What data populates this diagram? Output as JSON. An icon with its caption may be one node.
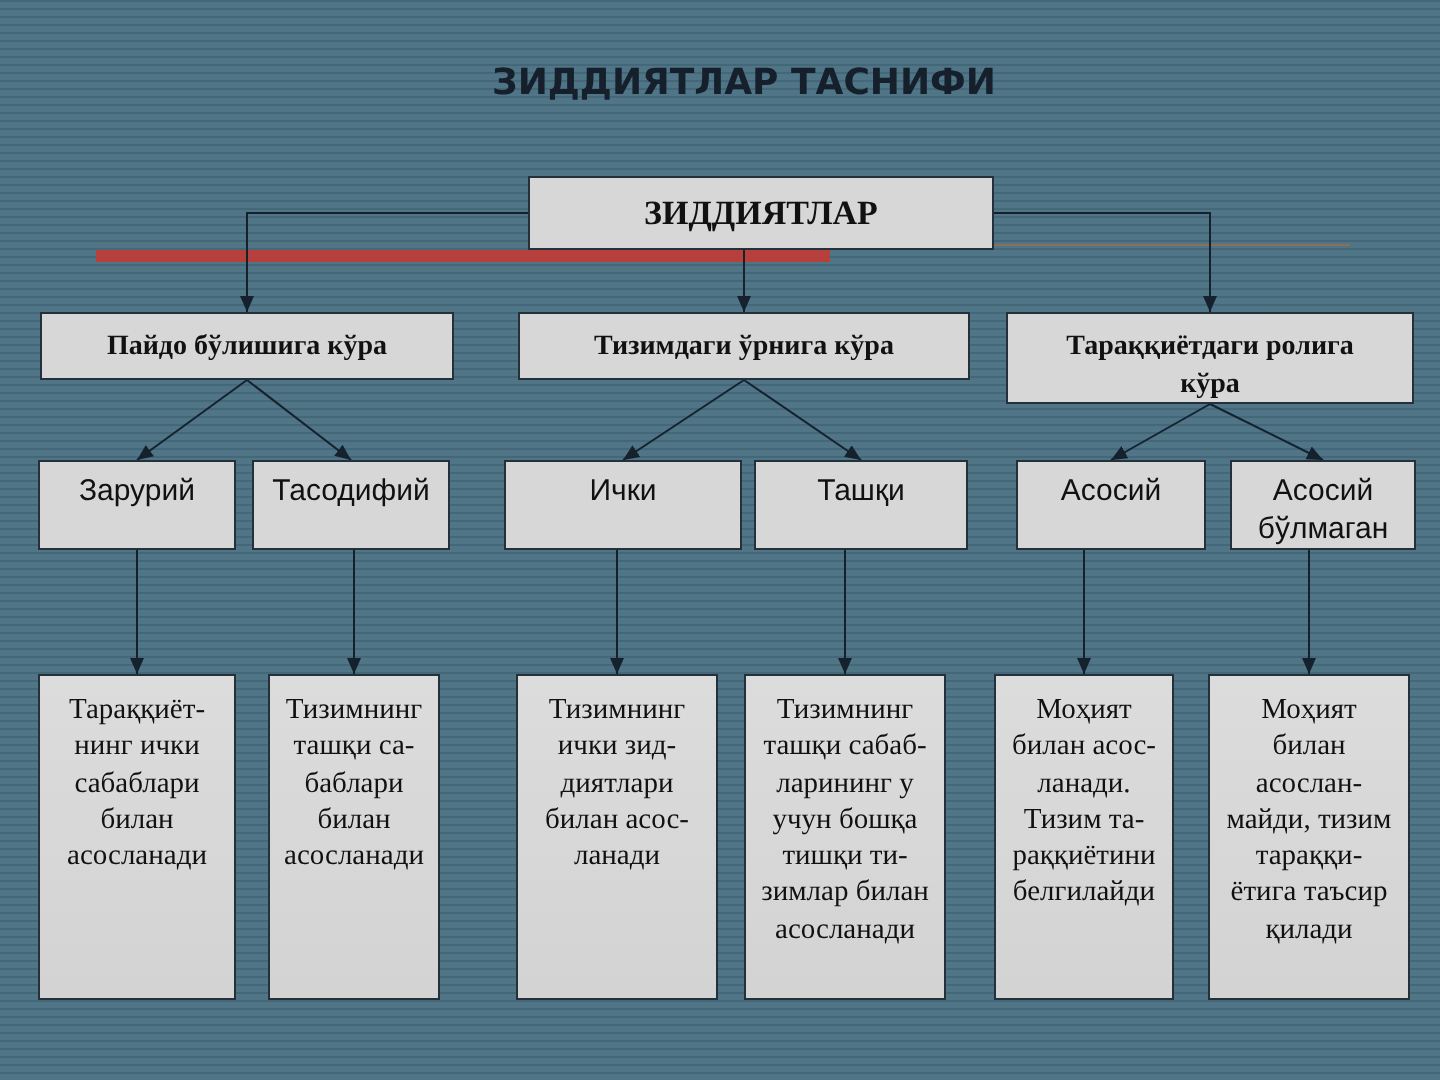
{
  "diagram": {
    "title": "ЗИДДИЯТЛАР ТАСНИФИ",
    "nodes": [
      {
        "text": [
          "ЗИДДИЯТЛАР"
        ]
      },
      {
        "text": [
          "Пайдо бўлишига кўра"
        ]
      },
      {
        "text": [
          "Тизимдаги ўрнига кўра"
        ]
      },
      {
        "text": [
          "Тараққиётдаги ролига кўра"
        ]
      },
      {
        "text": [
          "Зарурий"
        ]
      },
      {
        "text": [
          "Тасодифий"
        ]
      },
      {
        "text": [
          "Ички"
        ]
      },
      {
        "text": [
          "Ташқи"
        ]
      },
      {
        "text": [
          "Асосий"
        ]
      },
      {
        "text": [
          "Асосий бўлмаган"
        ]
      },
      {
        "text": [
          "Тараққиёт- нинг ички сабаблари билан асосланади"
        ]
      },
      {
        "text": [
          "Тизимнинг ташқи са- баблари билан асосланади"
        ]
      },
      {
        "text": [
          "Тизимнинг ички зид- диятлари билан асос- ланади"
        ]
      },
      {
        "text": [
          "Тизимнинг ташқи сабаб- ларининг у учун бошқа тишқи ти- зимлар билан асосланади"
        ]
      },
      {
        "text": [
          "Моҳият билан асос- ланади. Тизим та- раққиётини белгилайди"
        ]
      },
      {
        "text": [
          "Моҳият билан асослан- майди, тизим тараққи- ётига таъсир қилади"
        ]
      }
    ],
    "edges": [
      {
        "from": 0,
        "to": 1,
        "arrow": "to"
      },
      {
        "from": 0,
        "to": 2,
        "arrow": "to"
      },
      {
        "from": 0,
        "to": 3,
        "arrow": "to"
      },
      {
        "from": 1,
        "to": 4,
        "arrow": "to"
      },
      {
        "from": 1,
        "to": 5,
        "arrow": "to"
      },
      {
        "from": 2,
        "to": 6,
        "arrow": "to"
      },
      {
        "from": 2,
        "to": 7,
        "arrow": "to"
      },
      {
        "from": 3,
        "to": 8,
        "arrow": "to"
      },
      {
        "from": 3,
        "to": 9,
        "arrow": "to"
      },
      {
        "from": 4,
        "to": 10,
        "arrow": "to"
      },
      {
        "from": 5,
        "to": 11,
        "arrow": "to"
      },
      {
        "from": 6,
        "to": 12,
        "arrow": "to"
      },
      {
        "from": 7,
        "to": 13,
        "arrow": "to"
      },
      {
        "from": 8,
        "to": 14,
        "arrow": "to"
      },
      {
        "from": 9,
        "to": 15,
        "arrow": "to"
      }
    ]
  }
}
